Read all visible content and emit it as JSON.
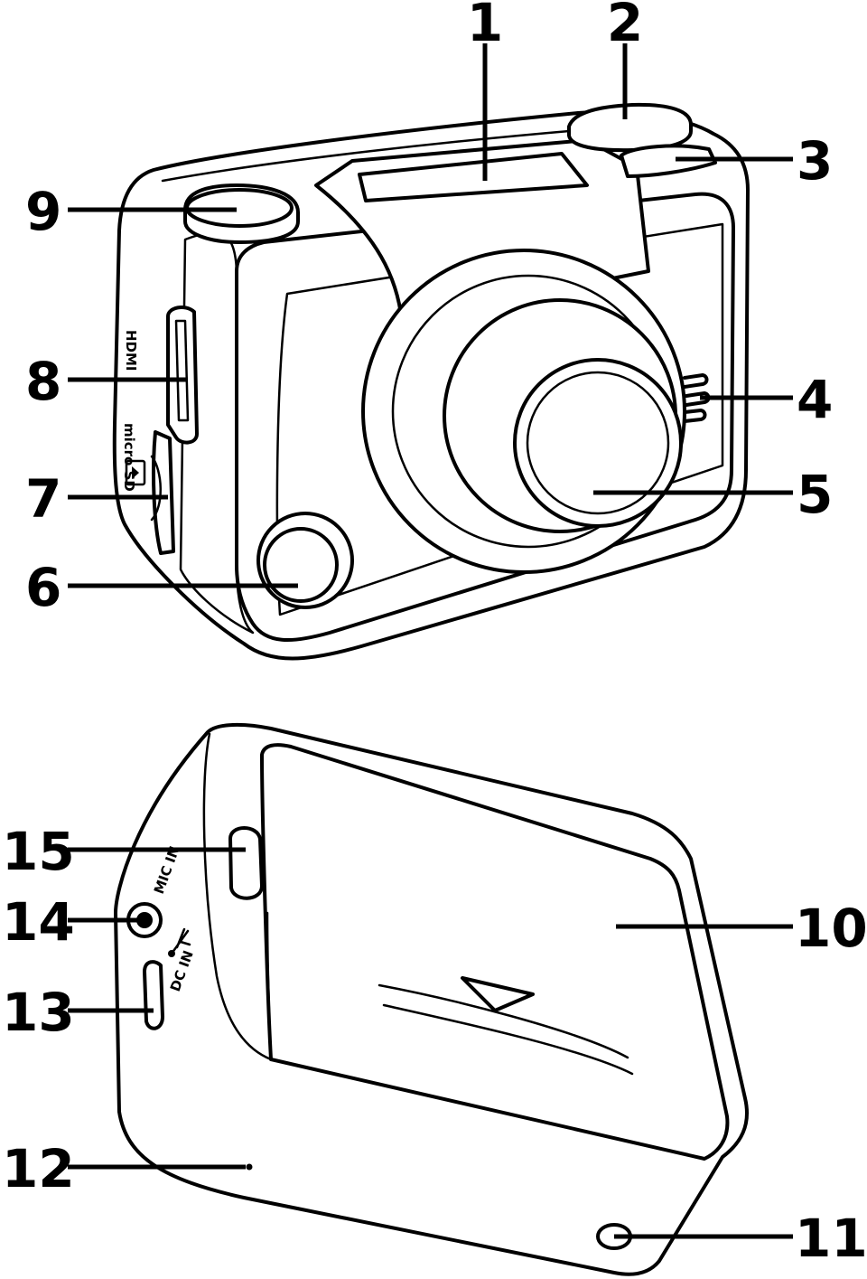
{
  "callouts": [
    {
      "id": "1",
      "label": "1"
    },
    {
      "id": "2",
      "label": "2"
    },
    {
      "id": "3",
      "label": "3"
    },
    {
      "id": "4",
      "label": "4"
    },
    {
      "id": "5",
      "label": "5"
    },
    {
      "id": "6",
      "label": "6"
    },
    {
      "id": "7",
      "label": "7"
    },
    {
      "id": "8",
      "label": "8"
    },
    {
      "id": "9",
      "label": "9"
    },
    {
      "id": "10",
      "label": "10"
    },
    {
      "id": "11",
      "label": "11"
    },
    {
      "id": "12",
      "label": "12"
    },
    {
      "id": "13",
      "label": "13"
    },
    {
      "id": "14",
      "label": "14"
    },
    {
      "id": "15",
      "label": "15"
    }
  ],
  "port_labels": {
    "hdmi": "HDMI",
    "micro_sd": "micro SD",
    "mic_in": "MIC IN",
    "dc_in": "DC IN",
    "usb_symbol": "usb-icon"
  }
}
